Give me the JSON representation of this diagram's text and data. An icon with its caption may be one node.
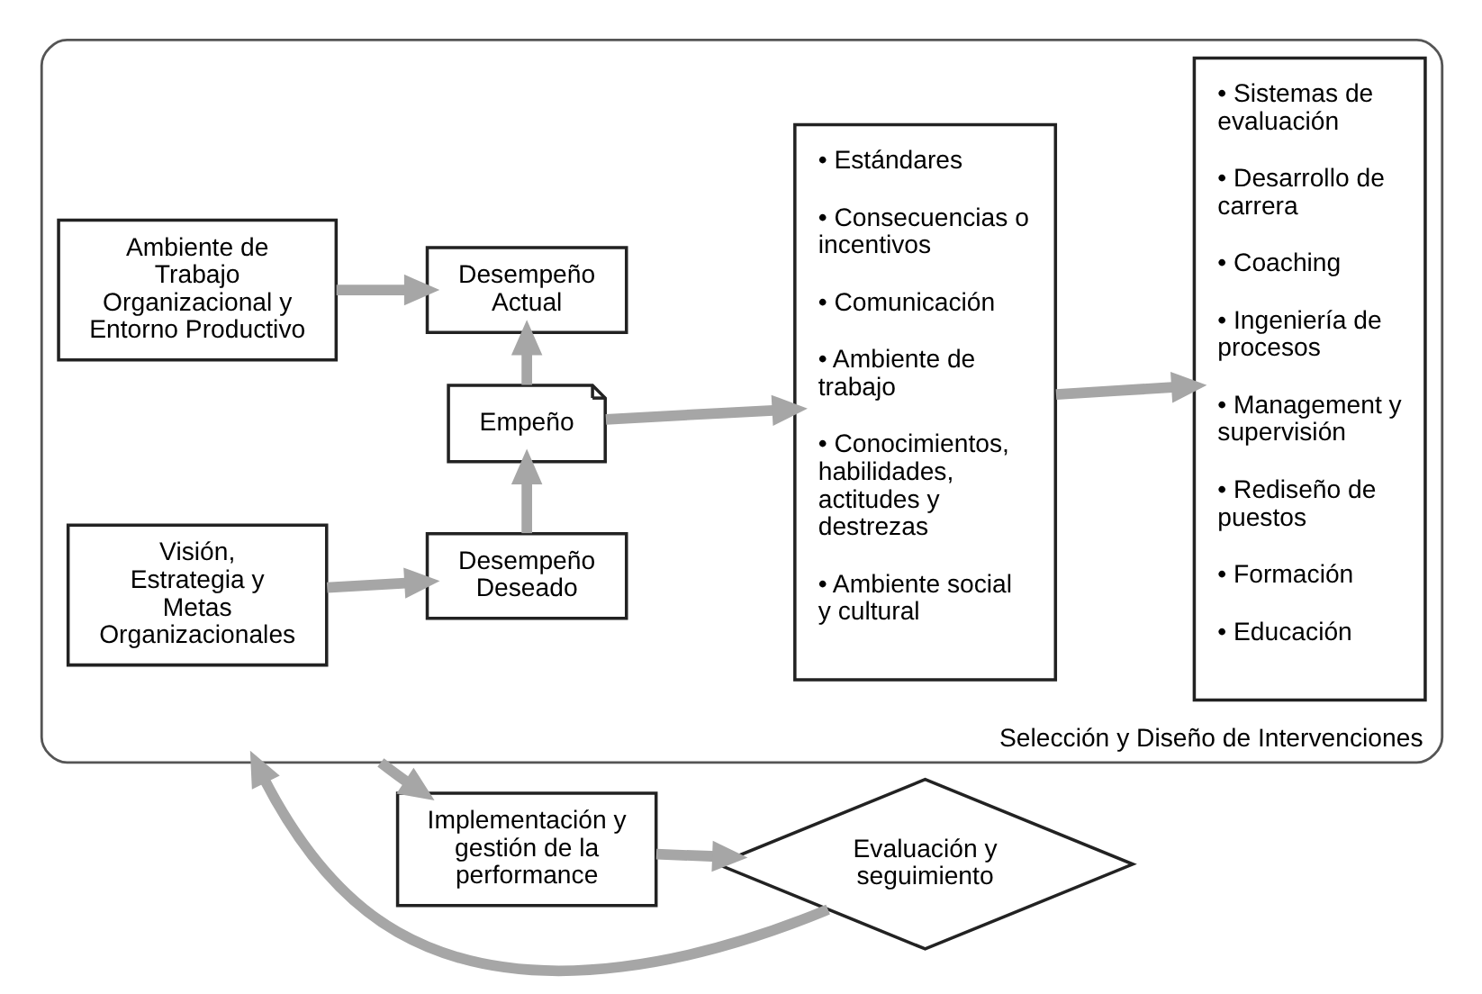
{
  "diagram": {
    "nodes": [
      {
        "text": [
          "Selección y Diseño de Intervenciones"
        ]
      },
      {
        "text": [
          "Visión, Estrategia y Metas Organizacionales"
        ],
        "in": 0
      },
      {
        "text": [
          "Desempeño Deseado"
        ],
        "in": 0
      },
      {
        "text": [
          "Empeño"
        ],
        "in": 0
      },
      {
        "text": [
          "Ambiente de Trabajo Organizacional y Entorno Productivo"
        ],
        "in": 0
      },
      {
        "text": [
          "Desempeño Actual"
        ],
        "in": 0
      },
      {
        "text": [
          "• Estándares",
          "• Consecuencias o incentivos",
          "• Comunicación",
          "• Ambiente de trabajo",
          "• Conocimientos, habilidades, actitudes y destrezas",
          "• Ambiente social y cultural"
        ],
        "in": 0
      },
      {
        "text": [
          "• Sistemas de evaluación",
          "• Desarrollo de carrera",
          "• Coaching",
          "• Ingeniería de procesos",
          "• Management y supervisión",
          "• Rediseño de puestos",
          "• Formación",
          "• Educación"
        ],
        "in": 0
      },
      {
        "text": [
          "Implementación y gestión de la performance"
        ]
      },
      {
        "text": [
          "Evaluación y seguimiento"
        ]
      }
    ],
    "edges": [
      {
        "from": 1,
        "to": 2,
        "arrow": "to"
      },
      {
        "from": 2,
        "to": 3,
        "arrow": "to"
      },
      {
        "from": 3,
        "to": 5,
        "arrow": "to"
      },
      {
        "from": 4,
        "to": 5,
        "arrow": "to"
      },
      {
        "from": 3,
        "to": 6,
        "arrow": "to"
      },
      {
        "from": 6,
        "to": 7,
        "arrow": "to"
      },
      {
        "from": 0,
        "to": 8,
        "arrow": "to"
      },
      {
        "from": 8,
        "to": 9,
        "arrow": "to"
      },
      {
        "from": 9,
        "to": 0,
        "arrow": "to"
      }
    ]
  }
}
